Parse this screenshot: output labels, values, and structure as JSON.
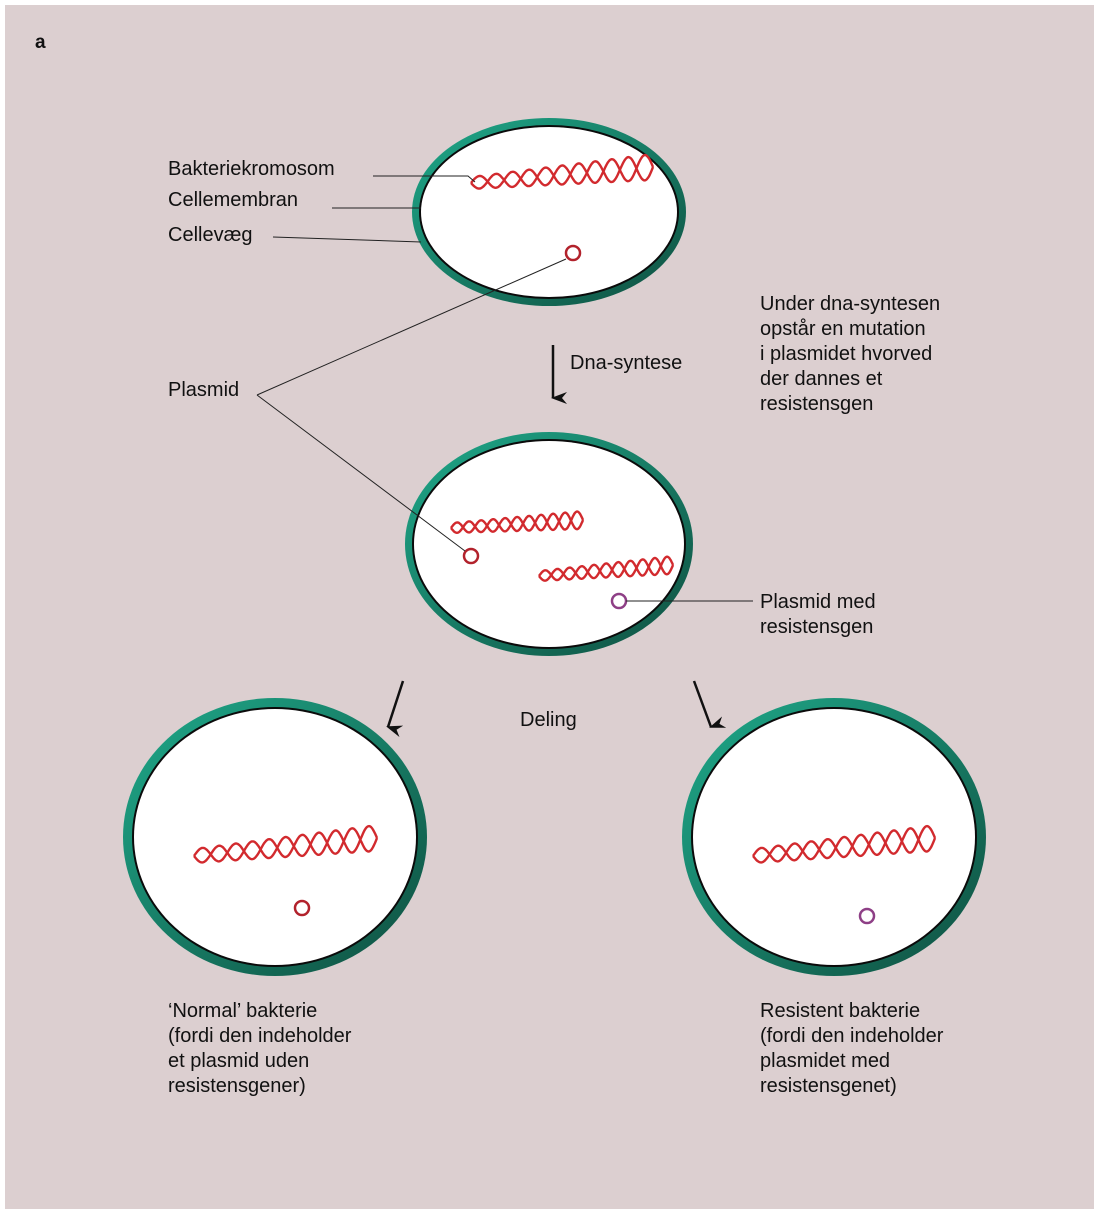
{
  "panel_letter": "a",
  "labels": {
    "chromosome": "Bakteriekromosom",
    "cell_membrane": "Cellemembran",
    "cell_wall": "Cellevæg",
    "plasmid": "Plasmid",
    "plasmid_resistant": "Plasmid med\nresistensgen"
  },
  "steps": {
    "dna_synthesis": "Dna-syntese",
    "division": "Deling"
  },
  "notes": {
    "mutation": "Under dna-syntesen\nopstår en mutation\ni plasmidet hvorved\nder dannes et\nresistensgen"
  },
  "captions": {
    "normal": "‘Normal’ bakterie\n(fordi den indeholder\net plasmid uden\nresistensgener)",
    "resistant": "Resistent bakterie\n(fordi den indeholder\nplasmidet med\nresistensgenet)"
  },
  "colors": {
    "background": "#dccfd0",
    "cell_wall": "#1a8f76",
    "cell_wall_dark": "#0f4f40",
    "cell_membrane": "#0b0b0b",
    "dna": "#d22a2e",
    "plasmid": "#b2222c",
    "plasmid_resistant": "#8e3f86"
  }
}
